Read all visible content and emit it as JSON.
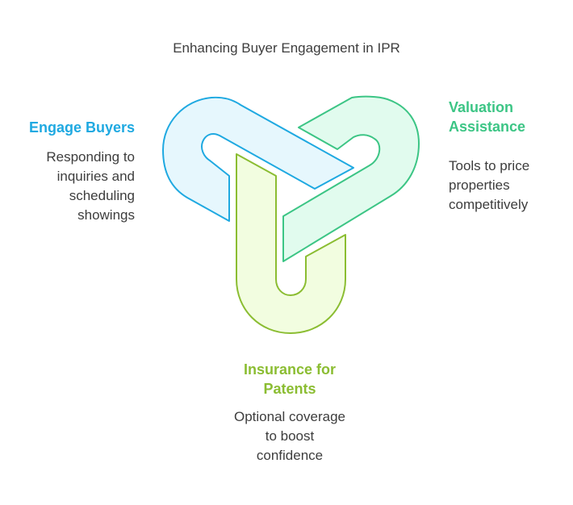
{
  "title": "Enhancing Buyer Engagement in IPR",
  "sections": [
    {
      "id": "engage",
      "heading": "Engage Buyers",
      "description_lines": [
        "Responding to",
        "inquiries and",
        "scheduling",
        "showings"
      ],
      "color": "#1fa9e1",
      "fill": "#e6f7fd"
    },
    {
      "id": "valuation",
      "heading_lines": [
        "Valuation",
        "Assistance"
      ],
      "description_lines": [
        "Tools to price",
        "properties",
        "competitively"
      ],
      "color": "#3cc585",
      "fill": "#e1fbee"
    },
    {
      "id": "insurance",
      "heading_lines": [
        "Insurance for",
        "Patents"
      ],
      "description_lines": [
        "Optional coverage",
        "to boost",
        "confidence"
      ],
      "color": "#8bbd32",
      "fill": "#f2fde0"
    }
  ]
}
